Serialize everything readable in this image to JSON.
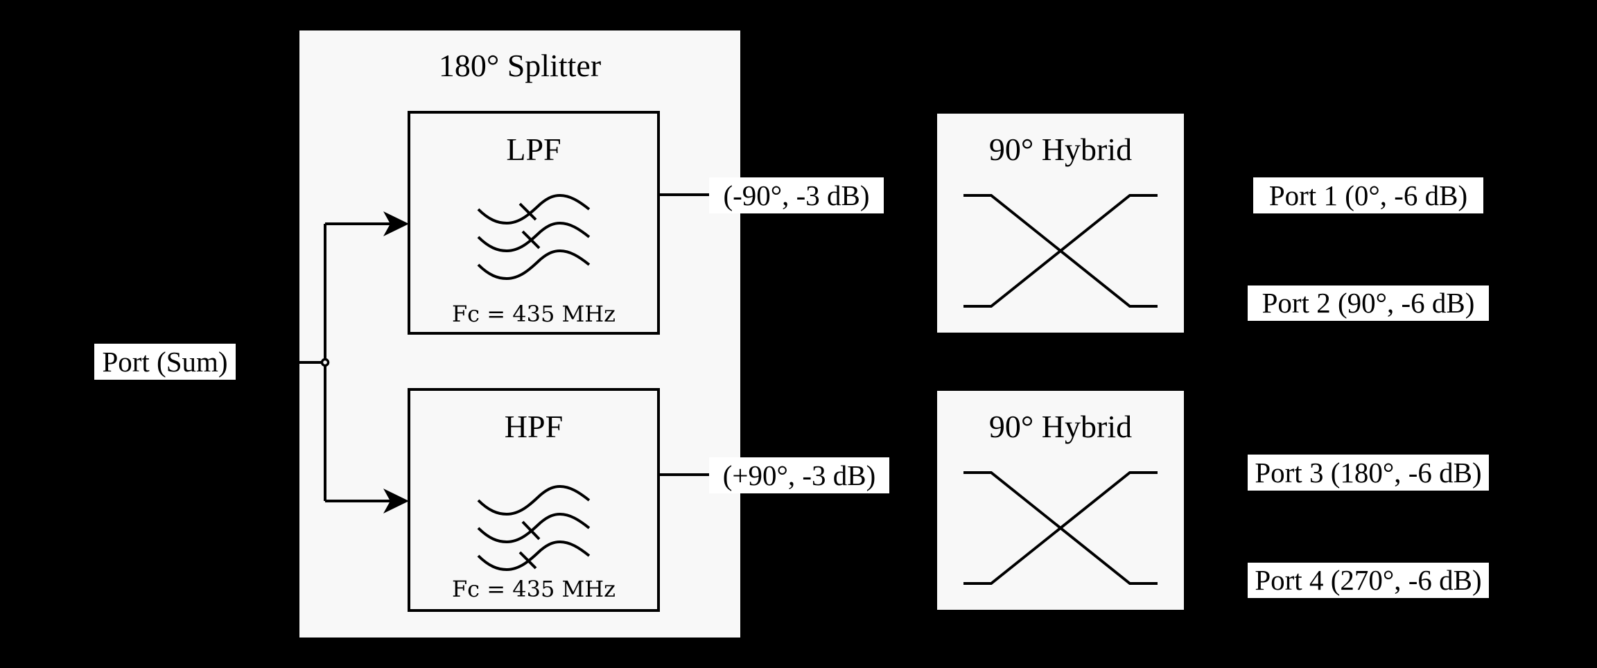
{
  "diagram": {
    "colors": {
      "background": "#000000",
      "panel": "#f8f8f8",
      "label_box": "#ffffff",
      "stroke": "#000000"
    },
    "input_port": {
      "label": "Port (Sum)"
    },
    "splitter": {
      "title": "180° Splitter",
      "lpf": {
        "title": "LPF",
        "icon": "lowpass-filter-icon",
        "cutoff": "Fc = 435 MHz"
      },
      "hpf": {
        "title": "HPF",
        "icon": "highpass-filter-icon",
        "cutoff": "Fc = 435 MHz"
      }
    },
    "splitter_outputs": [
      {
        "label": "(-90°, -3 dB)"
      },
      {
        "label": "(+90°, -3 dB)"
      }
    ],
    "hybrids": [
      {
        "title": "90° Hybrid",
        "icon": "hybrid-coupler-cross-icon"
      },
      {
        "title": "90° Hybrid",
        "icon": "hybrid-coupler-cross-icon"
      }
    ],
    "output_ports": [
      {
        "label": "Port 1 (0°, -6 dB)"
      },
      {
        "label": "Port 2 (90°, -6 dB)"
      },
      {
        "label": "Port 3 (180°, -6 dB)"
      },
      {
        "label": "Port 4 (270°, -6 dB)"
      }
    ]
  }
}
